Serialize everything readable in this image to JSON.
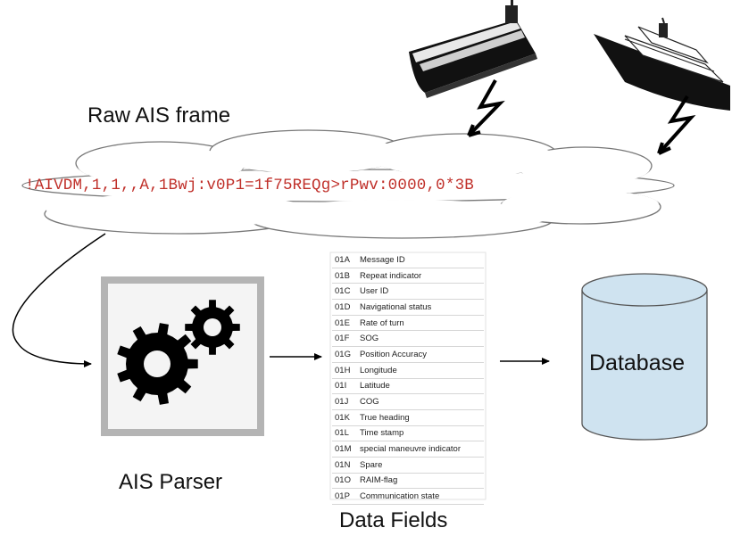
{
  "labels": {
    "raw_frame": "Raw AIS frame",
    "parser": "AIS Parser",
    "data_fields": "Data Fields",
    "database": "Database"
  },
  "frame": {
    "text": "!AIVDM,1,1,,A,1Bwj:v0P1=1f75REQg>rPwv:0000,0*3B",
    "color": "#c0302a"
  },
  "fields": [
    {
      "code": "01A",
      "name": "Message ID"
    },
    {
      "code": "01B",
      "name": "Repeat indicator"
    },
    {
      "code": "01C",
      "name": "User ID"
    },
    {
      "code": "01D",
      "name": "Navigational status"
    },
    {
      "code": "01E",
      "name": "Rate of turn"
    },
    {
      "code": "01F",
      "name": "SOG"
    },
    {
      "code": "01G",
      "name": "Position Accuracy"
    },
    {
      "code": "01H",
      "name": "Longitude"
    },
    {
      "code": "01I",
      "name": "Latitude"
    },
    {
      "code": "01J",
      "name": "COG"
    },
    {
      "code": "01K",
      "name": "True heading"
    },
    {
      "code": "01L",
      "name": "Time stamp"
    },
    {
      "code": "01M",
      "name": "special maneuvre indicator"
    },
    {
      "code": "01N",
      "name": "Spare"
    },
    {
      "code": "01O",
      "name": "RAIM-flag"
    },
    {
      "code": "01P",
      "name": "Communication state"
    }
  ],
  "icons": [
    "tanker-ship-icon",
    "cruise-ship-icon",
    "lightning-icon",
    "gears-icon",
    "database-icon",
    "arrow-icon"
  ],
  "colors": {
    "database_fill": "#cfe3f0",
    "parser_frame": "#b4b4b4"
  }
}
